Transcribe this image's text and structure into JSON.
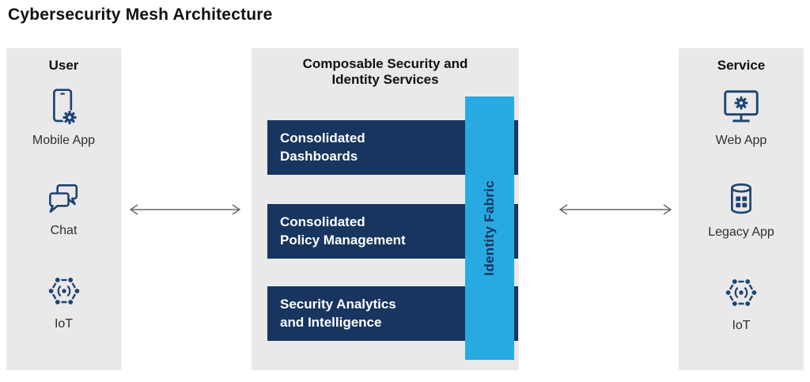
{
  "title": "Cybersecurity Mesh Architecture",
  "user_panel": {
    "title": "User",
    "items": [
      {
        "label": "Mobile App",
        "icon": "mobile-app-icon"
      },
      {
        "label": "Chat",
        "icon": "chat-icon"
      },
      {
        "label": "IoT",
        "icon": "iot-icon"
      }
    ]
  },
  "services_panel": {
    "title": "Composable Security and Identity Services",
    "bars": [
      {
        "line1": "Consolidated",
        "line2": "Dashboards"
      },
      {
        "line1": "Consolidated",
        "line2": "Policy Management"
      },
      {
        "line1": "Security Analytics",
        "line2": "and Intelligence"
      }
    ],
    "fabric_label": "Identity Fabric"
  },
  "service_panel": {
    "title": "Service",
    "items": [
      {
        "label": "Web App",
        "icon": "web-app-icon"
      },
      {
        "label": "Legacy App",
        "icon": "legacy-app-icon"
      },
      {
        "label": "IoT",
        "icon": "iot-icon"
      }
    ]
  },
  "colors": {
    "panel_bg": "#e9e9e9",
    "bar_navy": "#17355e",
    "fabric_blue": "#29a9e1",
    "icon_navy": "#1e4471",
    "arrow_gray": "#666666"
  }
}
